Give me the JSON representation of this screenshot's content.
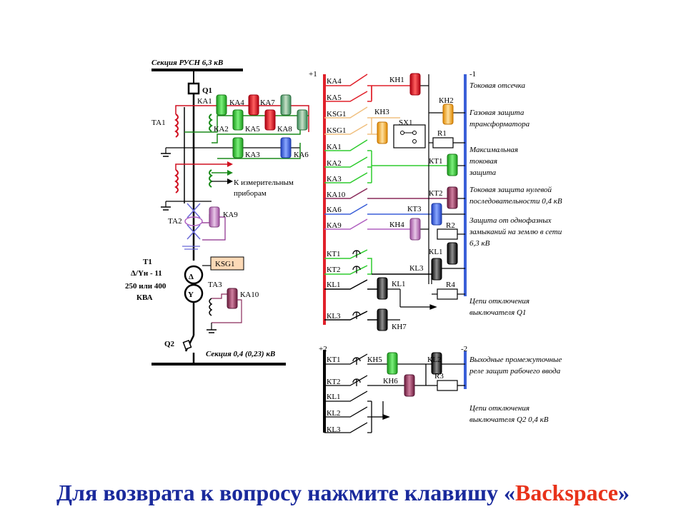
{
  "left": {
    "bus_top": "Секция РУСН 6,3 кВ",
    "q1": "Q1",
    "ta1": "ТА1",
    "ka1": "КА1",
    "ka2": "КА2",
    "ka3": "КА3",
    "ka4": "КА4",
    "ka5": "КА5",
    "ka6": "КА6",
    "ka7": "КА7",
    "ka8": "КА8",
    "meters_1": "К измерительным",
    "meters_2": "приборам",
    "ta2": "ТА2",
    "ka9": "КА9",
    "t1_1": "Т1",
    "t1_2": "Δ/Yн - 11",
    "t1_3": "250 или 400",
    "t1_4": "КВА",
    "ksg1": "KSG1",
    "ta3": "ТА3",
    "ka10": "КА10",
    "q2": "Q2",
    "bus_bottom": "Секция 0,4 (0,23) кВ"
  },
  "ctrl1": {
    "plus": "+1",
    "minus": "-1",
    "contacts": [
      "КА4",
      "КА5",
      "KSG1",
      "KSG1",
      "КА1",
      "КА2",
      "КА3",
      "КА10",
      "КА6",
      "КА9",
      "КТ1",
      "КТ2",
      "КL1",
      "КL3"
    ],
    "kh1": "КН1",
    "kh2": "КН2",
    "kh3": "КН3",
    "sx1": "SX1",
    "r1": "R1",
    "kt1": "КТ1",
    "kt2": "КТ2",
    "kt3": "КТ3",
    "kh4": "КН4",
    "r2": "R2",
    "kl1": "КL1",
    "kl3": "КL3",
    "r4": "R4",
    "kl1b": "КL1",
    "kh7": "КН7"
  },
  "ctrl2": {
    "plus": "+2",
    "minus": "-2",
    "contacts": [
      "КТ1",
      "КТ2",
      "КL1",
      "КL2",
      "КL3"
    ],
    "kh5": "КН5",
    "kh6": "КН6",
    "kl2": "КL2",
    "r3": "R3"
  },
  "descriptions": {
    "d1": "Токовая отсечка",
    "d2a": "Газовая защита",
    "d2b": "трансформатора",
    "d3a": "Максимальная",
    "d3b": "токовая",
    "d3c": "защита",
    "d4a": "Токовая защита нулевой",
    "d4b": "последовательности 0,4 кВ",
    "d5a": "Защита от однофазных",
    "d5b": "замыканий на землю в сети",
    "d5c": "6,3 кВ",
    "d6a": "Цепи отключения",
    "d6b": "выключателя Q1",
    "d7a": "Выходные промежуточные",
    "d7b": "реле защит рабочего ввода",
    "d8a": "Цепи отключения",
    "d8b": "выключателя Q2 0,4 кВ"
  },
  "footer": {
    "prefix": "Для возврата к вопросу нажмите клавишу «",
    "key": "Backspace",
    "suffix": "»"
  },
  "colors": {
    "red": "#e0202a",
    "green": "#2ecc2e",
    "blue": "#3a5fd8",
    "orange": "#f0a020",
    "purple": "#8a2a5a",
    "black": "#111111"
  }
}
